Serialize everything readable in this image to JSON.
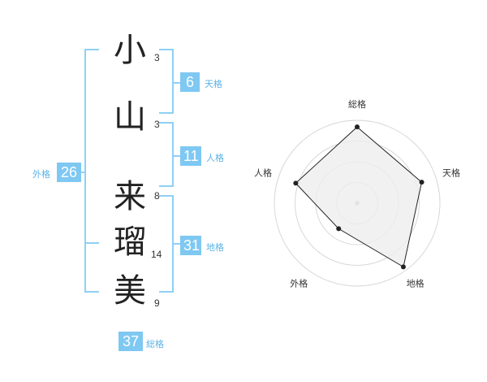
{
  "name": {
    "chars": [
      {
        "char": "小",
        "strokes": "3"
      },
      {
        "char": "山",
        "strokes": "3"
      },
      {
        "char": "来",
        "strokes": "8"
      },
      {
        "char": "瑠",
        "strokes": "14"
      },
      {
        "char": "美",
        "strokes": "9"
      }
    ]
  },
  "fortunes": {
    "tenkaku": {
      "value": "6",
      "label": "天格"
    },
    "jinkaku": {
      "value": "11",
      "label": "人格"
    },
    "chikaku": {
      "value": "31",
      "label": "地格"
    },
    "gaikaku": {
      "value": "26",
      "label": "外格"
    },
    "soukaku": {
      "value": "37",
      "label": "総格"
    }
  },
  "colors": {
    "accent": "#7ec8f2",
    "bracket": "#8fd0f4",
    "label": "#5ab3e6",
    "radar_fill": "#eeeeee",
    "radar_line": "#222222"
  },
  "chart_data": {
    "type": "radar",
    "axes": [
      "総格",
      "天格",
      "地格",
      "外格",
      "人格"
    ],
    "values": [
      0.92,
      0.82,
      0.95,
      0.38,
      0.78
    ],
    "range": [
      0,
      1
    ],
    "rings": 4
  }
}
